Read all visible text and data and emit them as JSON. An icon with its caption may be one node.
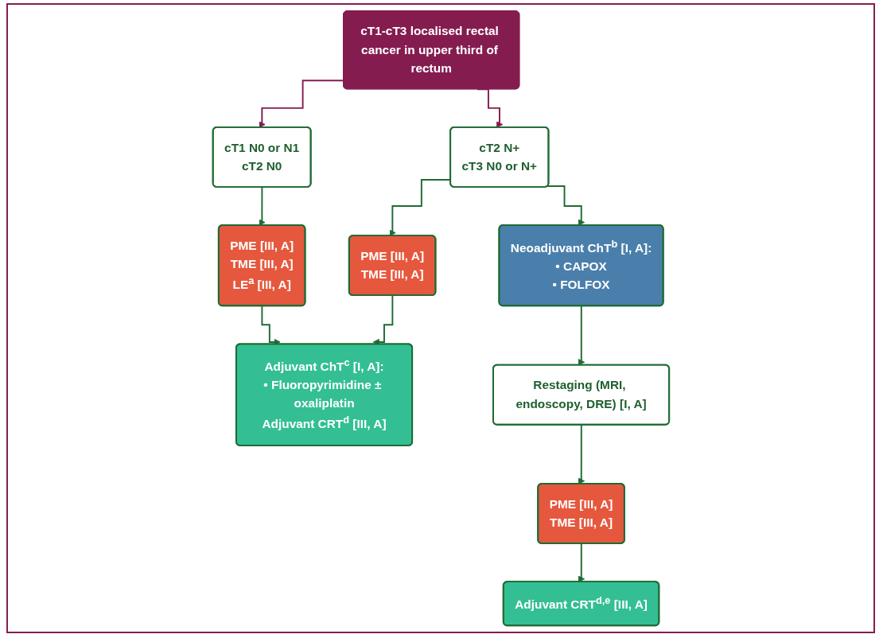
{
  "diagram": {
    "nodes": [
      {
        "text": [
          "cT1-cT3 localised rectal cancer in upper third of rectum"
        ]
      },
      {
        "text": [
          "cT1 N0 or N1",
          "cT2 N0"
        ]
      },
      {
        "text": [
          "cT2 N+",
          "cT3 N0 or N+"
        ]
      },
      {
        "text": [
          "PME [III, A]",
          "TME [III, A]",
          "LE$^{a}$ [III, A]"
        ]
      },
      {
        "text": [
          "PME [III, A]",
          "TME [III, A]"
        ]
      },
      {
        "text": [
          "Neoadjuvant ChT$^{b}$ [I, A]:",
          "• CAPOX",
          "• FOLFOX"
        ]
      },
      {
        "text": [
          "Adjuvant ChT$^{c}$ [I, A]:",
          "• Fluoropyrimidine ± oxaliplatin",
          "Adjuvant CRT$^{d}$ [III, A]"
        ]
      },
      {
        "text": [
          "Restaging (MRI, endoscopy, DRE) [I, A]"
        ]
      },
      {
        "text": [
          "PME [III, A]",
          "TME [III, A]"
        ]
      },
      {
        "text": [
          "Adjuvant CRT$^{d,e}$ [III, A]"
        ]
      }
    ],
    "edges": [
      {
        "from": 0,
        "to": 1,
        "arrow": "to",
        "color": "#851c50"
      },
      {
        "from": 0,
        "to": 2,
        "arrow": "to",
        "color": "#851c50"
      },
      {
        "from": 1,
        "to": 3,
        "arrow": "to"
      },
      {
        "from": 2,
        "to": 4,
        "arrow": "to"
      },
      {
        "from": 2,
        "to": 5,
        "arrow": "to"
      },
      {
        "from": 3,
        "to": 6,
        "arrow": "to"
      },
      {
        "from": 4,
        "to": 6,
        "arrow": "to"
      },
      {
        "from": 5,
        "to": 7,
        "arrow": "to"
      },
      {
        "from": 7,
        "to": 8,
        "arrow": "to"
      },
      {
        "from": 8,
        "to": 9,
        "arrow": "to"
      }
    ]
  }
}
